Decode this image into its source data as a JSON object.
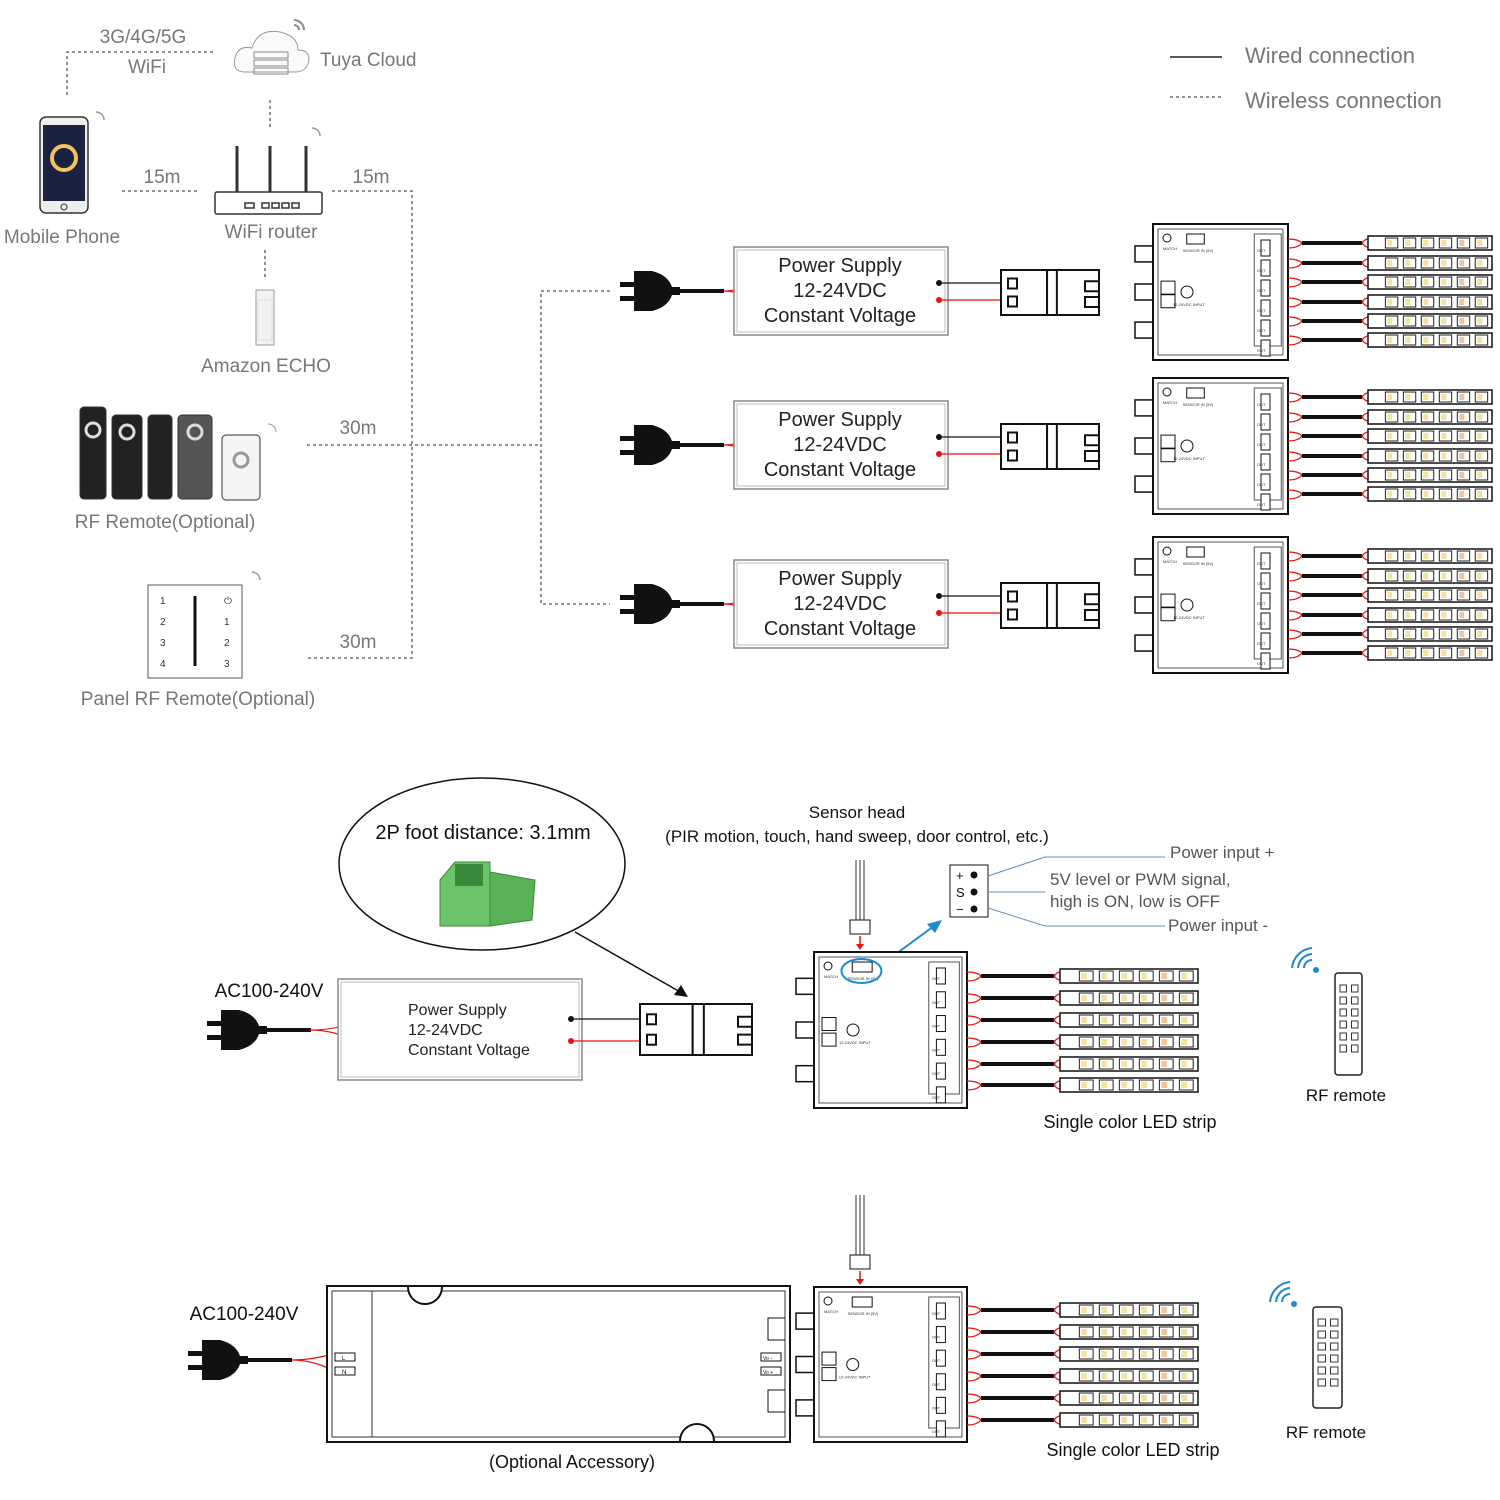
{
  "legend": {
    "wired": "Wired connection",
    "wireless": "Wireless connection"
  },
  "network": {
    "cellular": "3G/4G/5G",
    "wifi": "WiFi",
    "cloud": "Tuya Cloud",
    "phone": "Mobile Phone",
    "router": "WiFi router",
    "dist_phone": "15m",
    "dist_router": "15m",
    "echo": "Amazon ECHO",
    "rf_remote": "RF Remote(Optional)",
    "dist_rf": "30m",
    "panel": "Panel RF Remote(Optional)",
    "dist_panel": "30m",
    "panel_keys_left": [
      "1",
      "2",
      "3",
      "4"
    ],
    "panel_keys_right": [
      "⏻",
      "1",
      "2",
      "3"
    ]
  },
  "power_supply": {
    "line1": "Power Supply",
    "line2": "12-24VDC",
    "line3": "Constant Voltage"
  },
  "controller": {
    "match": "MATCH",
    "sensor_in": "SENSOR IN (5V)",
    "input": "12-24VDC INPUT",
    "out": "OUT"
  },
  "section2": {
    "foot_distance": "2P foot distance: 3.1mm",
    "ac": "AC100-240V",
    "sensor_head": "Sensor head",
    "sensor_types": "(PIR motion, touch, hand sweep, door control, etc.)",
    "pin_plus": "+",
    "pin_s": "S",
    "pin_minus": "−",
    "power_plus": "Power input +",
    "signal1": "5V level or PWM signal,",
    "signal2": "high is ON, low is OFF",
    "power_minus": "Power input -",
    "strip": "Single color LED strip",
    "remote": "RF remote"
  },
  "section3": {
    "ac": "AC100-240V",
    "optional": "(Optional Accessory)",
    "psu_l": "L",
    "psu_n": "N",
    "vo_minus": "Vo −",
    "vo_plus": "Vo +",
    "strip": "Single color LED strip",
    "remote": "RF remote"
  },
  "colors": {
    "wire_red": "#e11",
    "wire_black": "#111",
    "sensor_circle": "#1a8ad4",
    "connector_green": "#6cc46a"
  }
}
